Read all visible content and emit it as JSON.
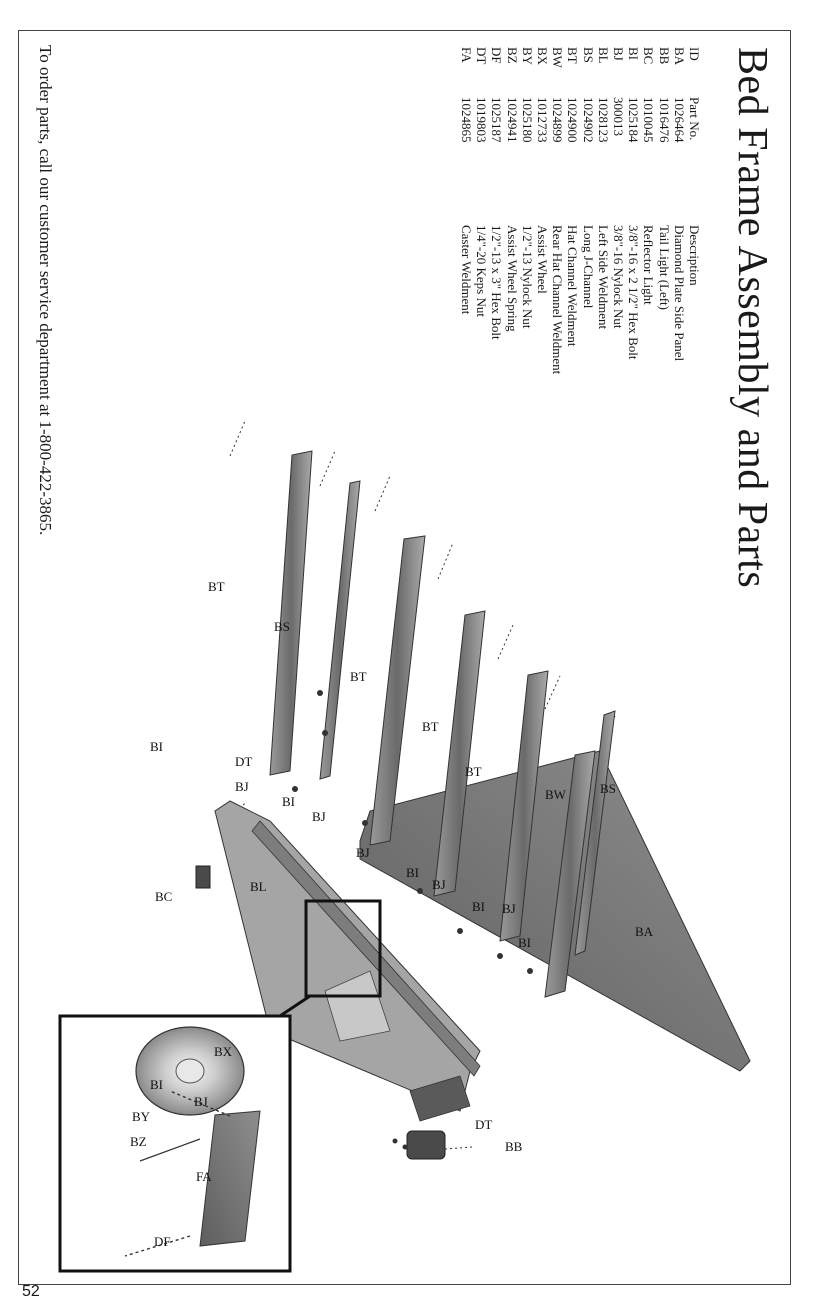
{
  "title": "Bed Frame Assembly and Parts",
  "table": {
    "headers": {
      "id": "ID",
      "part_no": "Part No.",
      "description": "Description"
    },
    "rows": [
      {
        "id": "BA",
        "part_no": "1026464",
        "description": "Diamond Plate Side Panel"
      },
      {
        "id": "BB",
        "part_no": "1016476",
        "description": "Tail Light (Left)"
      },
      {
        "id": "BC",
        "part_no": "1010045",
        "description": "Reflector Light"
      },
      {
        "id": "BI",
        "part_no": "1025184",
        "description": "3/8\"-16 x 2 1/2\" Hex Bolt"
      },
      {
        "id": "BJ",
        "part_no": "300013",
        "description": "3/8\"-16 Nylock Nut"
      },
      {
        "id": "BL",
        "part_no": "1028123",
        "description": "Left Side Weldment"
      },
      {
        "id": "BS",
        "part_no": "1024902",
        "description": "Long J-Channel"
      },
      {
        "id": "BT",
        "part_no": "1024900",
        "description": "Hat Channel Weldment"
      },
      {
        "id": "BW",
        "part_no": "1024899",
        "description": "Rear Hat Channel Weldment"
      },
      {
        "id": "BX",
        "part_no": "1012733",
        "description": "Assist Wheel"
      },
      {
        "id": "BY",
        "part_no": "1025180",
        "description": "1/2\"-13 Nylock Nut"
      },
      {
        "id": "BZ",
        "part_no": "1024941",
        "description": "Assist Wheel Spring"
      },
      {
        "id": "DF",
        "part_no": "1025187",
        "description": "1/2\"-13 x 3\" Hex Bolt"
      },
      {
        "id": "DT",
        "part_no": "1019803",
        "description": "1/4\"-20 Keps Nut"
      },
      {
        "id": "FA",
        "part_no": "1024865",
        "description": "Caster Weldment"
      }
    ]
  },
  "diagram_labels": {
    "bt": "BT",
    "bs": "BS",
    "bw": "BW",
    "ba": "BA",
    "bi": "BI",
    "bj": "BJ",
    "dt": "DT",
    "bl": "BL",
    "bc": "BC",
    "bb": "BB",
    "bx": "BX",
    "by": "BY",
    "bz": "BZ",
    "fa": "FA",
    "df": "DF"
  },
  "footer": "To order parts, call our customer service department at 1-800-422-3865.",
  "page_number": "52"
}
